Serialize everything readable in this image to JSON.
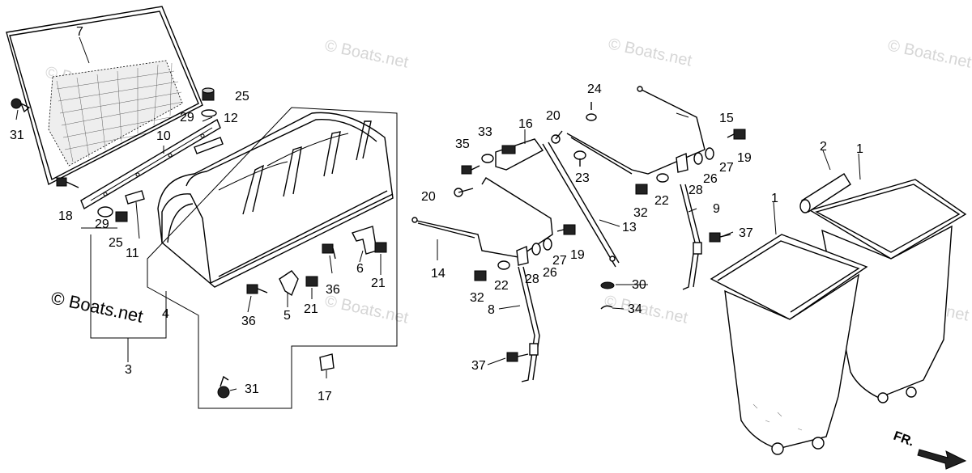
{
  "watermark": {
    "text": "© Boats.net"
  },
  "direction_arrow": {
    "label": "FR."
  },
  "callouts": [
    {
      "id": "c1a",
      "text": "1"
    },
    {
      "id": "c1b",
      "text": "1"
    },
    {
      "id": "c2",
      "text": "2"
    },
    {
      "id": "c3",
      "text": "3"
    },
    {
      "id": "c4",
      "text": "4"
    },
    {
      "id": "c5",
      "text": "5"
    },
    {
      "id": "c6",
      "text": "6"
    },
    {
      "id": "c7",
      "text": "7"
    },
    {
      "id": "c8",
      "text": "8"
    },
    {
      "id": "c9",
      "text": "9"
    },
    {
      "id": "c10",
      "text": "10"
    },
    {
      "id": "c11",
      "text": "11"
    },
    {
      "id": "c12",
      "text": "12"
    },
    {
      "id": "c13",
      "text": "13"
    },
    {
      "id": "c14",
      "text": "14"
    },
    {
      "id": "c15",
      "text": "15"
    },
    {
      "id": "c16",
      "text": "16"
    },
    {
      "id": "c17",
      "text": "17"
    },
    {
      "id": "c18",
      "text": "18"
    },
    {
      "id": "c19a",
      "text": "19"
    },
    {
      "id": "c19b",
      "text": "19"
    },
    {
      "id": "c20a",
      "text": "20"
    },
    {
      "id": "c20b",
      "text": "20"
    },
    {
      "id": "c21a",
      "text": "21"
    },
    {
      "id": "c21b",
      "text": "21"
    },
    {
      "id": "c22a",
      "text": "22"
    },
    {
      "id": "c22b",
      "text": "22"
    },
    {
      "id": "c23",
      "text": "23"
    },
    {
      "id": "c24",
      "text": "24"
    },
    {
      "id": "c25a",
      "text": "25"
    },
    {
      "id": "c25b",
      "text": "25"
    },
    {
      "id": "c26a",
      "text": "26"
    },
    {
      "id": "c26b",
      "text": "26"
    },
    {
      "id": "c27a",
      "text": "27"
    },
    {
      "id": "c27b",
      "text": "27"
    },
    {
      "id": "c28a",
      "text": "28"
    },
    {
      "id": "c28b",
      "text": "28"
    },
    {
      "id": "c29a",
      "text": "29"
    },
    {
      "id": "c29b",
      "text": "29"
    },
    {
      "id": "c30",
      "text": "30"
    },
    {
      "id": "c31a",
      "text": "31"
    },
    {
      "id": "c31b",
      "text": "31"
    },
    {
      "id": "c32a",
      "text": "32"
    },
    {
      "id": "c32b",
      "text": "32"
    },
    {
      "id": "c33",
      "text": "33"
    },
    {
      "id": "c34",
      "text": "34"
    },
    {
      "id": "c35",
      "text": "35"
    },
    {
      "id": "c36a",
      "text": "36"
    },
    {
      "id": "c36b",
      "text": "36"
    },
    {
      "id": "c37a",
      "text": "37"
    },
    {
      "id": "c37b",
      "text": "37"
    }
  ]
}
